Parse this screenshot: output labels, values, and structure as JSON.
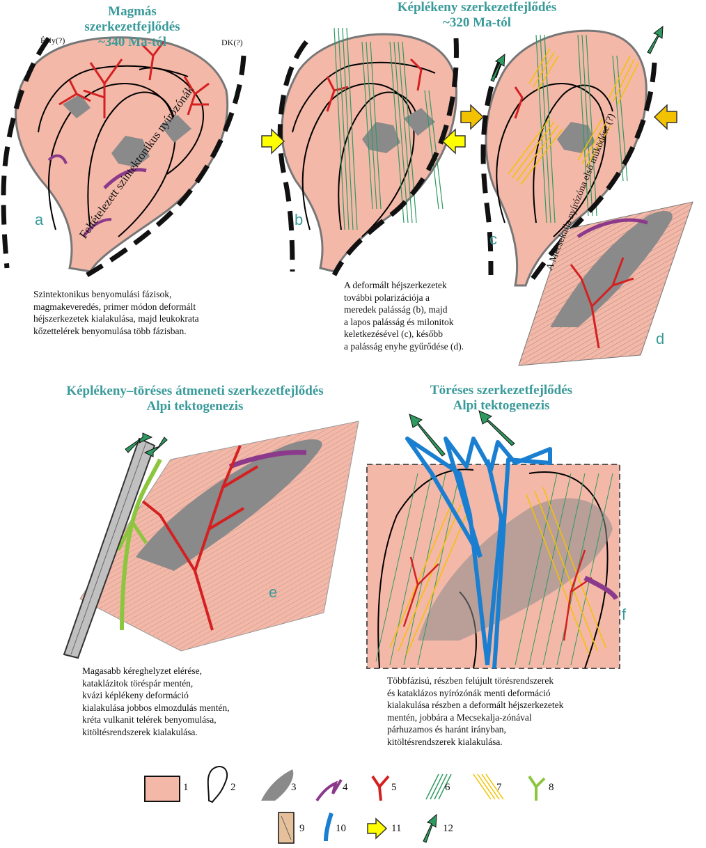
{
  "titles": {
    "magmatic": "Magmás szerkezetfejlődés\n~340 Ma-tól",
    "ductile": "Képlékeny szerkezetfejlődés\n~320 Ma-tól",
    "transition": "Képlékeny–töréses átmeneti szerkezetfejlődés\nAlpi tektogenezis",
    "brittle": "Töréses  szerkezetfejlődés\nAlpi tektogenezis"
  },
  "direction_labels": {
    "nw": "ÉNy(?)",
    "se": "DK(?)"
  },
  "rotated_labels": {
    "shear_zones": "Feltételezett  szintektonikus  nyírózónák",
    "mecsekalja": "A Mecsekalja nyírózóna első működése (?)"
  },
  "panel_letters": {
    "a": "a",
    "b": "b",
    "c": "c",
    "d": "d",
    "e": "e",
    "f": "f"
  },
  "captions": {
    "a": "Szintektonikus benyomulási fázisok,\nmagmakeveredés, primer módon deformált\nhéjszerkezetek kialakulása, majd leukokrata\nkőzettelérek benyomulása több fázisban.",
    "bcd": "A deformált héjszerkezetek\ntovábbi polarizációja a\nmeredek palásság (b), majd\na lapos palásság és milonitok\nkeletkezésével (c), később\na palásság enyhe gyűrődése (d).",
    "e": "Magasabb kéreghelyzet elérése,\nkataklázitok töréspár mentén,\nkvázi képlékeny deformáció\nkialakulása jobbos elmozdulás mentén,\nkréta vulkanit telérek benyomulása,\nkitöltésrendszerek kialakulása.",
    "f": "Többfázisú, részben felújult törésrendszerek\nés kataklázos nyírózónák menti deformáció\nkialakulása részben a deformált héjszerkezetek\nmentén, jobbára a Mecsekalja-zónával\npárhuzamos és haránt irányban,\nkitöltésrendszerek kialakulása."
  },
  "legend": [
    "1",
    "2",
    "3",
    "4",
    "5",
    "6",
    "7",
    "8",
    "9",
    "10",
    "11",
    "12"
  ],
  "colors": {
    "pink": "#f4b8a8",
    "outline": "#777777",
    "gray": "#8a8a8a",
    "purple": "#8b3a8b",
    "red": "#d42020",
    "green": "#2e9a60",
    "yellow": "#f2c200",
    "lime": "#8cc63f",
    "blue": "#1a7fd0",
    "teal_title": "#3a9a9a"
  }
}
